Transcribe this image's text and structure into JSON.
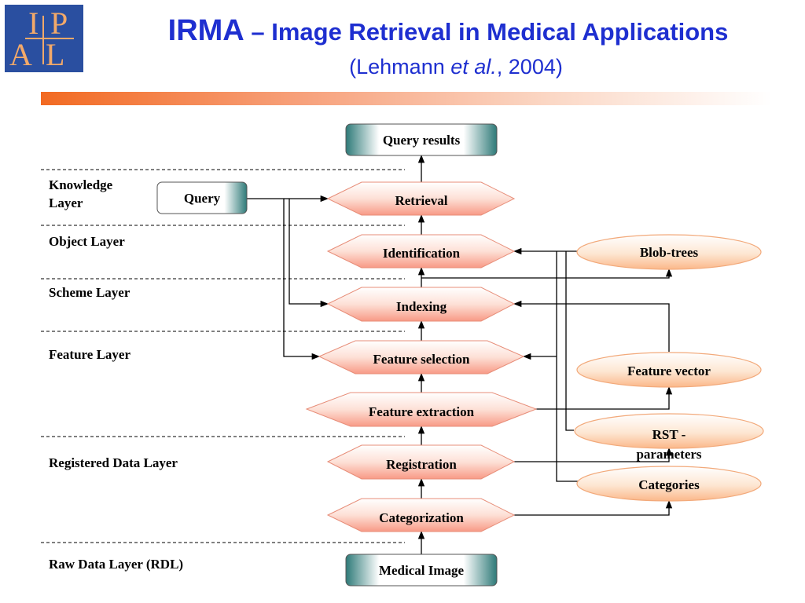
{
  "logo": {
    "letters": [
      "I",
      "P",
      "A",
      "L"
    ]
  },
  "header": {
    "title_main": "IRMA",
    "title_rest": " – Image Retrieval in Medical Applications",
    "citation_open": "(Lehmann ",
    "citation_etal": "et al.",
    "citation_close": ", 2004)"
  },
  "layers": [
    {
      "lines": [
        "Knowledge",
        "Layer"
      ]
    },
    {
      "lines": [
        "Object Layer"
      ]
    },
    {
      "lines": [
        "Scheme Layer"
      ]
    },
    {
      "lines": [
        "Feature Layer"
      ]
    },
    {
      "lines": [
        "Registered Data Layer"
      ]
    },
    {
      "lines": [
        "Raw Data Layer (RDL)"
      ]
    }
  ],
  "nodes": {
    "query_results": "Query results",
    "query": "Query",
    "retrieval": "Retrieval",
    "identification": "Identification",
    "indexing": "Indexing",
    "feature_selection": "Feature selection",
    "feature_extraction": "Feature extraction",
    "registration": "Registration",
    "categorization": "Categorization",
    "medical_image": "Medical Image",
    "blob_trees": "Blob-trees",
    "feature_vector": "Feature vector",
    "rst_line1": "RST -",
    "rst_line2": "parameters",
    "categories": "Categories"
  },
  "colors": {
    "title": "#1e2fd0",
    "logo_bg": "#2a4fa0",
    "logo_fg": "#f2a96a",
    "hex_edge": "#f5a08a",
    "ellipse_edge": "#f9c29a",
    "box_edge": "#3a8a88"
  }
}
